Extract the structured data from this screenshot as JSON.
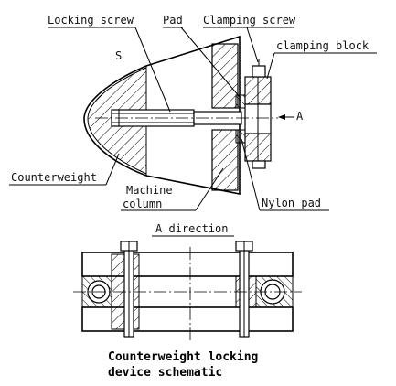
{
  "labels": {
    "locking_screw": "Locking screw",
    "pad": "Pad",
    "clamping_screw": "Clamping screw",
    "clamping_block": "clamping block",
    "s_mark": "S",
    "arrow_a": "A",
    "counterweight": "Counterweight",
    "machine_column_1": "Machine",
    "machine_column_2": "column",
    "nylon_pad": "Nylon pad",
    "a_direction": "A direction"
  },
  "caption": {
    "line1": "Counterweight locking",
    "line2": "device schematic"
  }
}
